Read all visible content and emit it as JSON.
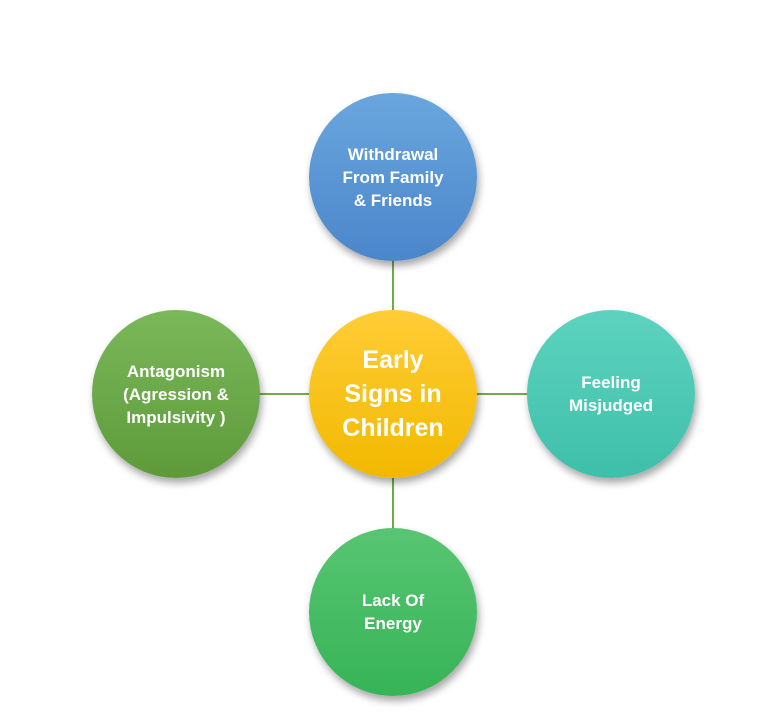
{
  "diagram": {
    "type": "radial-hub",
    "center": {
      "label": "Early\nSigns in\nChildren",
      "color_top": "#ffcd36",
      "color_bottom": "#f2b800"
    },
    "nodes": [
      {
        "id": "top",
        "label": "Withdrawal\nFrom Family\n& Friends",
        "color_top": "#6aa6dd",
        "color_bottom": "#4a86cb"
      },
      {
        "id": "left",
        "label": "Antagonism\n(Agression &\nImpulsivity )",
        "color_top": "#7ab85a",
        "color_bottom": "#5e9a3a"
      },
      {
        "id": "right",
        "label": "Feeling\nMisjudged",
        "color_top": "#5dd3bf",
        "color_bottom": "#3ebfa9"
      },
      {
        "id": "bottom",
        "label": "Lack Of\nEnergy",
        "color_top": "#58c573",
        "color_bottom": "#36b456"
      }
    ],
    "connector_color": "#70ad47"
  }
}
